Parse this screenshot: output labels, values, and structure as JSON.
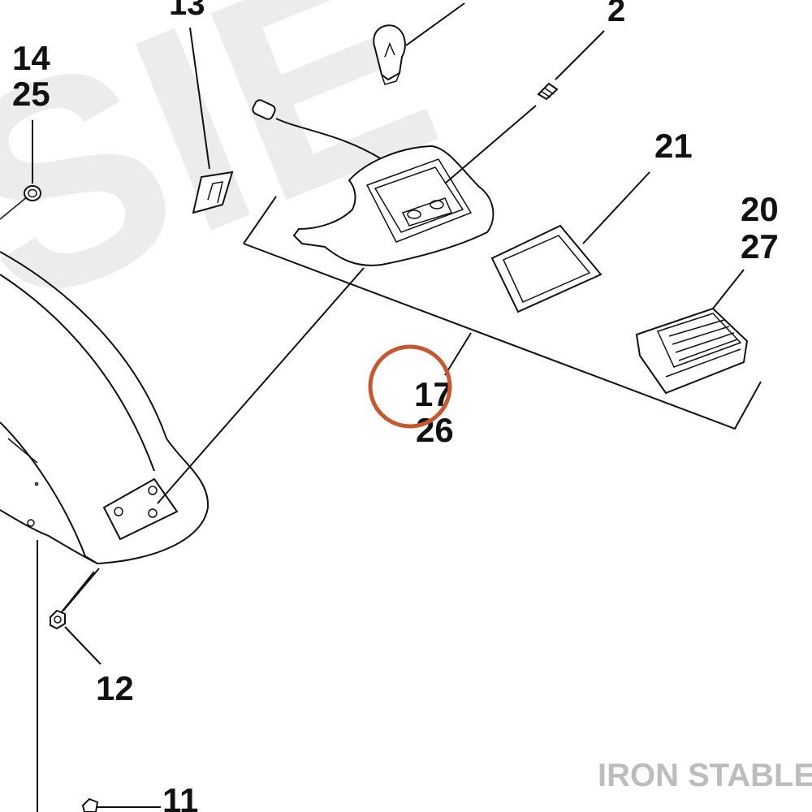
{
  "diagram": {
    "callouts": {
      "c13": "13",
      "c2": "2",
      "c14": "14",
      "c25": "25",
      "c21": "21",
      "c20": "20",
      "c27": "27",
      "c17": "17",
      "c26": "26",
      "c12": "12",
      "c11": "11"
    },
    "highlight": {
      "target": "17",
      "color": "#c8572e"
    },
    "watermark": {
      "background": "SIE",
      "brand": "IRON STABLE"
    },
    "colors": {
      "line": "#111111",
      "watermark_bg": "#ececec",
      "brand": "#bdbdbd"
    }
  }
}
